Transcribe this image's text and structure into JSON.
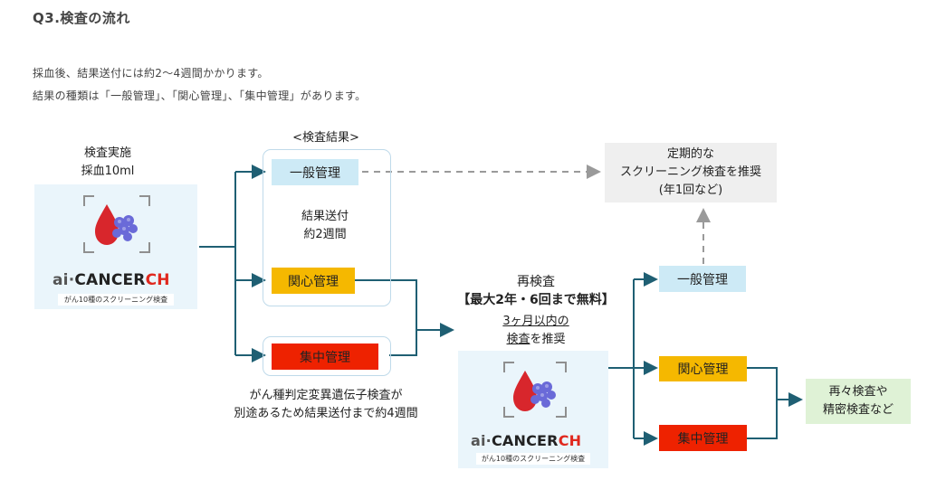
{
  "header": {
    "title": "Q3.検査の流れ",
    "intro_line1": "採血後、結果送付には約2〜4週間かかります。",
    "intro_line2": "結果の種類は「一般管理」、「関心管理」、「集中管理」があります。"
  },
  "diagram": {
    "test_label_line1": "検査実施",
    "test_label_line2": "採血10ml",
    "results_heading": "<検査結果>",
    "result_send_line1": "結果送付",
    "result_send_line2": "約2週間",
    "boxes": {
      "ippan": "一般管理",
      "kanshin": "関心管理",
      "shuchu": "集中管理"
    },
    "shuchu_note_line1": "がん種判定変異遺伝子検査が",
    "shuchu_note_line2": "別途あるため結果送付まで約4週間",
    "periodic_line1": "定期的な",
    "periodic_line2": "スクリーニング検査を推奨",
    "periodic_line3": "(年1回など)",
    "retest_line1": "再検査",
    "retest_line2": "【最大2年・6回まで無料】",
    "retest_line3": "3ヶ月以内の",
    "retest_line4a": "検査",
    "retest_line4b": "を推奨",
    "further_line1": "再々検査や",
    "further_line2": "精密検査など"
  },
  "logo": {
    "prefix": "ai·",
    "main": "CANCER",
    "suffix": "CH",
    "subtitle": "がん10種のスクリーニング検査"
  },
  "colors": {
    "line": "#1f5f73",
    "dashed": "#9a9a9a",
    "ippan": "#cdeaf6",
    "kanshin": "#f5b800",
    "shuchu": "#ee2200",
    "blood_drop": "#d8262c",
    "grapes": "#6a6ad8"
  },
  "icons": {
    "blood": "blood-drop-icon",
    "cells": "cell-cluster-icon"
  }
}
